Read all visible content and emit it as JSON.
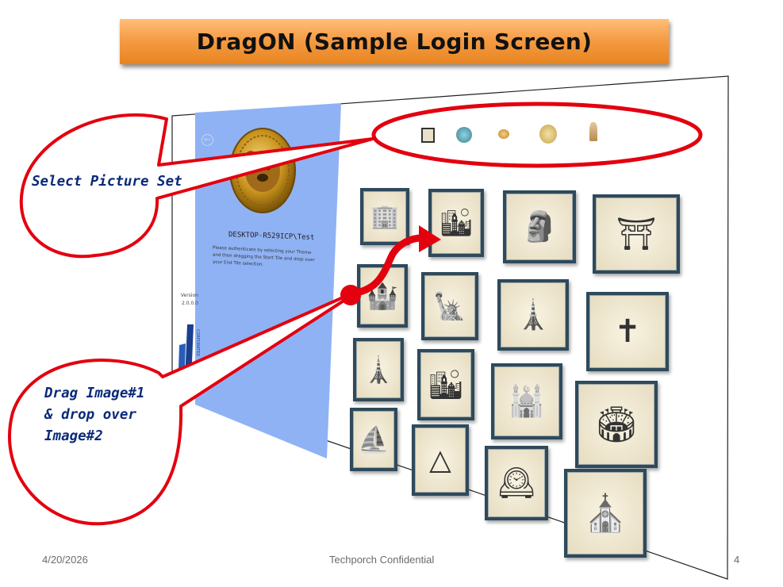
{
  "slide": {
    "title": "DragON (Sample Login Screen)",
    "footer_date": "4/20/2026",
    "footer_center": "Techporch Confidential",
    "footer_page": "4"
  },
  "login": {
    "user": "DESKTOP-R529ICP\\Test",
    "help_text": "Please authenticate by selecting your Theme and then dragging the Start Tile and drop over your End Tile selection.",
    "version_label": "Version",
    "version_number": "2.0.0.0",
    "back_icon": "back-arrow-icon",
    "avatar_icon": "bear-medallion-icon",
    "brand": "techporch-logo"
  },
  "picture_sets": [
    {
      "icon": "landmark-set-icon"
    },
    {
      "icon": "globe-set-icon"
    },
    {
      "icon": "planet-set-icon"
    },
    {
      "icon": "coin-set-icon"
    },
    {
      "icon": "figure-set-icon"
    }
  ],
  "tiles": [
    {
      "name": "petronas-towers-tile",
      "glyph": "🏢"
    },
    {
      "name": "empire-state-tile",
      "glyph": "🏙"
    },
    {
      "name": "moai-tile",
      "glyph": "🗿"
    },
    {
      "name": "stonehenge-tile",
      "glyph": "⛩"
    },
    {
      "name": "cathedral-tile",
      "glyph": "🏰"
    },
    {
      "name": "statue-of-liberty-tile",
      "glyph": "🗽"
    },
    {
      "name": "leaning-tower-tile",
      "glyph": "🗼"
    },
    {
      "name": "christ-redeemer-tile",
      "glyph": "✝"
    },
    {
      "name": "eiffel-tower-tile",
      "glyph": "🗼"
    },
    {
      "name": "burj-khalifa-tile",
      "glyph": "🏙"
    },
    {
      "name": "taj-mahal-tile",
      "glyph": "🕌"
    },
    {
      "name": "colosseum-tile",
      "glyph": "🏟"
    },
    {
      "name": "sydney-opera-tile",
      "glyph": "⛵"
    },
    {
      "name": "pyramid-tile",
      "glyph": "△"
    },
    {
      "name": "big-ben-tile",
      "glyph": "🕰"
    },
    {
      "name": "sagrada-familia-tile",
      "glyph": "⛪"
    }
  ],
  "callouts": {
    "select_set": "Select Picture Set",
    "drag_drop": "Drag Image#1 & drop over Image#2"
  },
  "colors": {
    "title_bar": "#f59c45",
    "panel": "#8fb2f5",
    "callout_red": "#e3000f",
    "tile_frame": "#2e4a5c",
    "callout_text": "#0a2a78"
  }
}
